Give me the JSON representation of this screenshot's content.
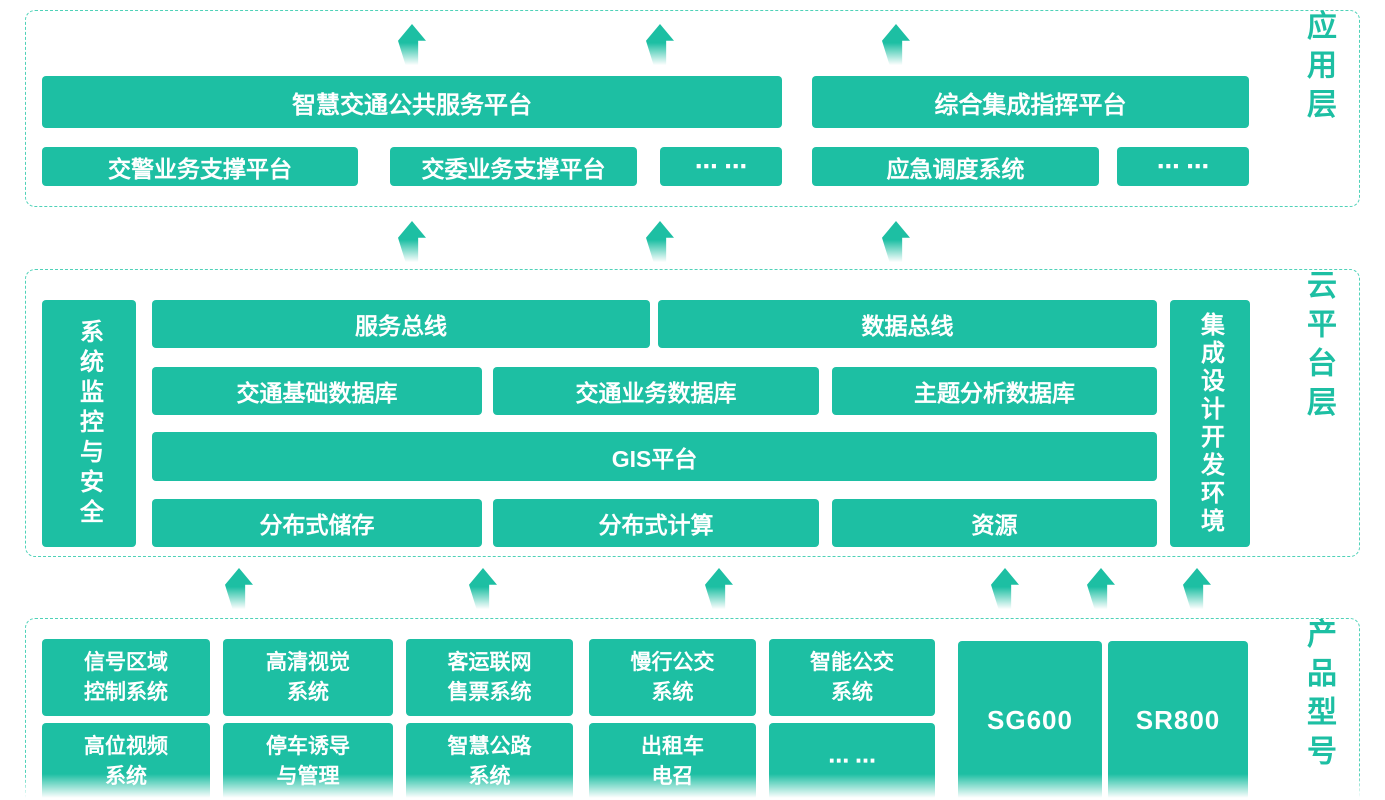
{
  "colors": {
    "box_green": "#1dbfa3",
    "dashed_border": "#4fd2b8",
    "box_text": "#ffffff",
    "label_text": "#1dbfa3"
  },
  "layers": {
    "application": {
      "label": "应用层",
      "platform_bars": [
        {
          "label": "智慧交通公共服务平台"
        },
        {
          "label": "综合集成指挥平台"
        }
      ],
      "sub_bars": [
        {
          "label": "交警业务支撑平台"
        },
        {
          "label": "交委业务支撑平台"
        },
        {
          "label": "⋯ ⋯"
        },
        {
          "label": "应急调度系统"
        },
        {
          "label": "⋯ ⋯"
        }
      ]
    },
    "cloud": {
      "label": "云平台层",
      "monitor_panel": {
        "label": "系统监控与安全"
      },
      "dev_panel": {
        "label": "集成设计开发环境"
      },
      "bus_row": [
        {
          "label": "服务总线"
        },
        {
          "label": "数据总线"
        }
      ],
      "db_row": [
        {
          "label": "交通基础数据库"
        },
        {
          "label": "交通业务数据库"
        },
        {
          "label": "主题分析数据库"
        }
      ],
      "gis_bar": {
        "label": "GIS平台"
      },
      "infra_row": [
        {
          "label": "分布式储存"
        },
        {
          "label": "分布式计算"
        },
        {
          "label": "资源"
        }
      ]
    },
    "product": {
      "label": "产品型号",
      "row1": [
        {
          "lines": [
            "信号区域",
            "控制系统"
          ]
        },
        {
          "lines": [
            "高清视觉",
            "系统"
          ]
        },
        {
          "lines": [
            "客运联网",
            "售票系统"
          ]
        },
        {
          "lines": [
            "慢行公交",
            "系统"
          ]
        },
        {
          "lines": [
            "智能公交",
            "系统"
          ]
        }
      ],
      "row2": [
        {
          "lines": [
            "高位视频",
            "系统"
          ]
        },
        {
          "lines": [
            "停车诱导",
            "与管理"
          ]
        },
        {
          "lines": [
            "智慧公路",
            "系统"
          ]
        },
        {
          "lines": [
            "出租车",
            "电召"
          ]
        },
        {
          "lines": [
            "⋯ ⋯"
          ]
        }
      ],
      "models": [
        {
          "label": "SG600"
        },
        {
          "label": "SR800"
        }
      ]
    }
  }
}
